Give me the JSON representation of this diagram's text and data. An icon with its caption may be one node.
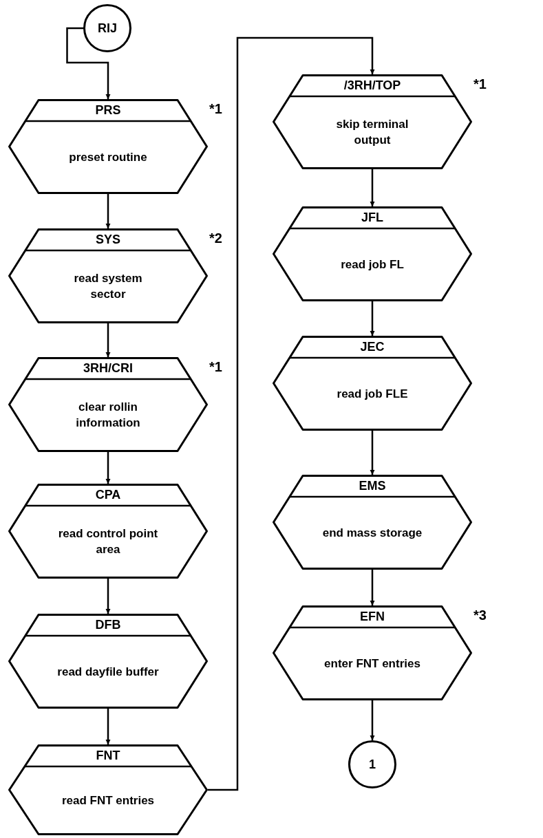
{
  "diagram": {
    "nodes": [
      {
        "text": [
          "RIJ"
        ]
      },
      {
        "text": [
          "PRS",
          "preset routine"
        ],
        "beside": [
          "*1"
        ]
      },
      {
        "text": [
          "SYS",
          "read system sector"
        ],
        "beside": [
          "*2"
        ]
      },
      {
        "text": [
          "3RH/CRI",
          "clear rollin information"
        ],
        "beside": [
          "*1"
        ]
      },
      {
        "text": [
          "CPA",
          "read control point area"
        ]
      },
      {
        "text": [
          "DFB",
          "read dayfile buffer"
        ]
      },
      {
        "text": [
          "FNT",
          "read FNT entries"
        ]
      },
      {
        "text": [
          "/3RH/TOP",
          "skip terminal output"
        ],
        "beside": [
          "*1"
        ]
      },
      {
        "text": [
          "JFL",
          "read job FL"
        ]
      },
      {
        "text": [
          "JEC",
          "read job FLE"
        ]
      },
      {
        "text": [
          "EMS",
          "end mass storage"
        ]
      },
      {
        "text": [
          "EFN",
          "enter FNT entries"
        ],
        "beside": [
          "*3"
        ]
      },
      {
        "text": [
          "1"
        ]
      }
    ],
    "edges": [
      {
        "from": 0,
        "to": 1,
        "arrow": "to"
      },
      {
        "from": 1,
        "to": 2,
        "arrow": "to"
      },
      {
        "from": 2,
        "to": 3,
        "arrow": "to"
      },
      {
        "from": 3,
        "to": 4,
        "arrow": "to"
      },
      {
        "from": 4,
        "to": 5,
        "arrow": "to"
      },
      {
        "from": 5,
        "to": 6,
        "arrow": "to"
      },
      {
        "from": 6,
        "to": 7,
        "arrow": "to"
      },
      {
        "from": 7,
        "to": 8,
        "arrow": "to"
      },
      {
        "from": 8,
        "to": 9,
        "arrow": "to"
      },
      {
        "from": 9,
        "to": 10,
        "arrow": "to"
      },
      {
        "from": 10,
        "to": 11,
        "arrow": "to"
      },
      {
        "from": 11,
        "to": 12,
        "arrow": "to"
      }
    ]
  }
}
